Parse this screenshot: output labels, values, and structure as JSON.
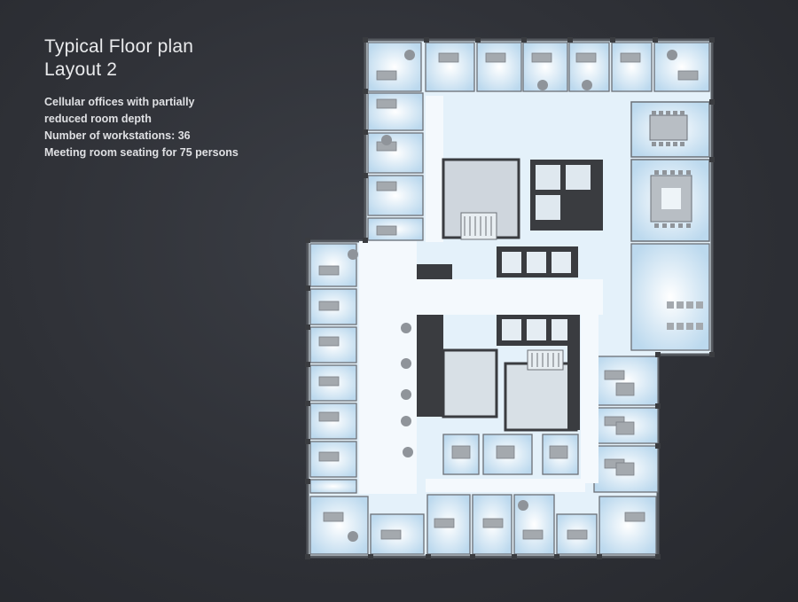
{
  "title": {
    "line1": "Typical Floor plan",
    "line2": "Layout 2"
  },
  "description": [
    "Cellular  offices with partially",
    "reduced room depth",
    "Number of workstations: 36",
    "Meeting room seating for 75 persons"
  ],
  "colors": {
    "background": "#2f3137",
    "floor": "#e8f3fb",
    "room_glow": "#cfe6f6",
    "core": "#3a3c40",
    "wall": "#5a5f66",
    "furniture": "#9a9ea4"
  }
}
